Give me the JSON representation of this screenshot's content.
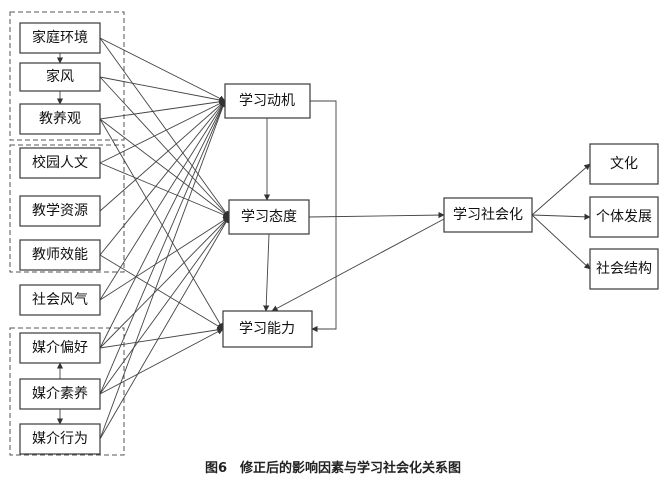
{
  "nodes": {
    "family_env": "家庭环境",
    "family_style": "家风",
    "parenting_view": "教养观",
    "campus_culture": "校园人文",
    "teaching_resources": "教学资源",
    "teacher_efficacy": "教师效能",
    "social_climate": "社会风气",
    "media_pref": "媒介偏好",
    "media_literacy": "媒介素养",
    "media_behavior": "媒介行为",
    "motivation": "学习动机",
    "attitude": "学习态度",
    "ability": "学习能力",
    "socialization": "学习社会化",
    "culture": "文化",
    "personal_dev": "个体发展",
    "social_structure": "社会结构"
  },
  "caption": "图6　修正后的影响因素与学习社会化关系图"
}
